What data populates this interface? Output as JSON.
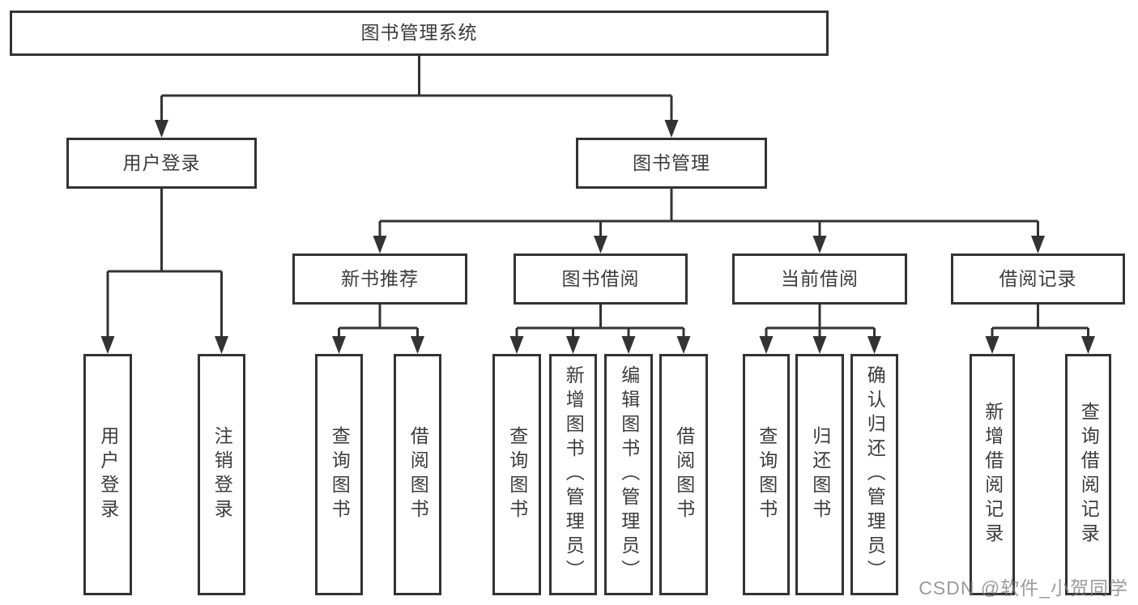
{
  "diagram": {
    "root": {
      "label": "图书管理系统"
    },
    "level2": [
      {
        "label": "用户登录"
      },
      {
        "label": "图书管理"
      }
    ],
    "level3": [
      {
        "label": "新书推荐"
      },
      {
        "label": "图书借阅"
      },
      {
        "label": "当前借阅"
      },
      {
        "label": "借阅记录"
      }
    ],
    "leaves": {
      "user_login": [
        "用户登录",
        "注销登录"
      ],
      "new_book": [
        "查询图书",
        "借阅图书"
      ],
      "book_borrow": [
        "查询图书",
        "新增图书（管理员）",
        "编辑图书（管理员）",
        "借阅图书"
      ],
      "current_borrow": [
        "查询图书",
        "归还图书",
        "确认归还（管理员）"
      ],
      "records": [
        "新增借阅记录",
        "查询借阅记录"
      ]
    }
  },
  "watermark": {
    "text": "CSDN @软件_小贺同学"
  },
  "colors": {
    "line": "#333333",
    "node_text": "#3c3c3c",
    "node_background": "#ffffff",
    "watermark": "#7d7d7d",
    "background": "#ffffff"
  }
}
